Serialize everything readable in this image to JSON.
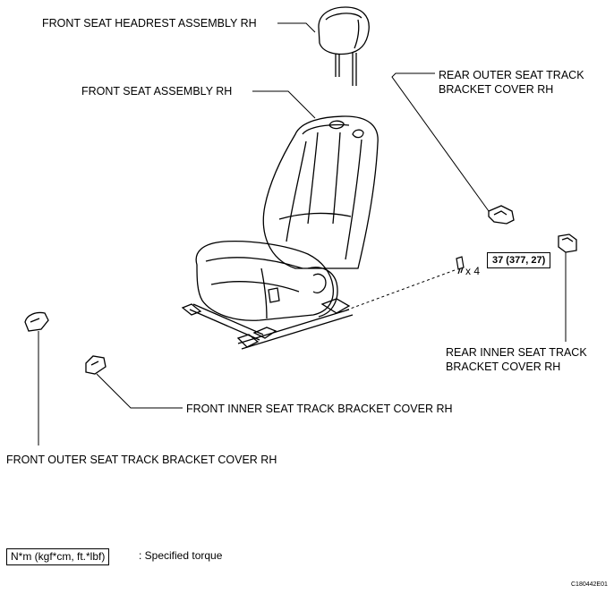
{
  "labels": {
    "headrest": "FRONT SEAT HEADREST ASSEMBLY RH",
    "seat_assembly": "FRONT SEAT ASSEMBLY RH",
    "rear_outer_line1": "REAR OUTER SEAT TRACK",
    "rear_outer_line2": "BRACKET COVER RH",
    "rear_inner_line1": "REAR INNER SEAT TRACK",
    "rear_inner_line2": "BRACKET COVER RH",
    "front_inner": "FRONT INNER SEAT TRACK BRACKET COVER RH",
    "front_outer": "FRONT OUTER SEAT TRACK BRACKET COVER RH"
  },
  "torque": {
    "value": "37 (377, 27)",
    "quantity": "x 4"
  },
  "legend": {
    "unit_box": "N*m (kgf*cm, ft.*lbf)",
    "description": ": Specified torque"
  },
  "figure_code": "C180442E01"
}
